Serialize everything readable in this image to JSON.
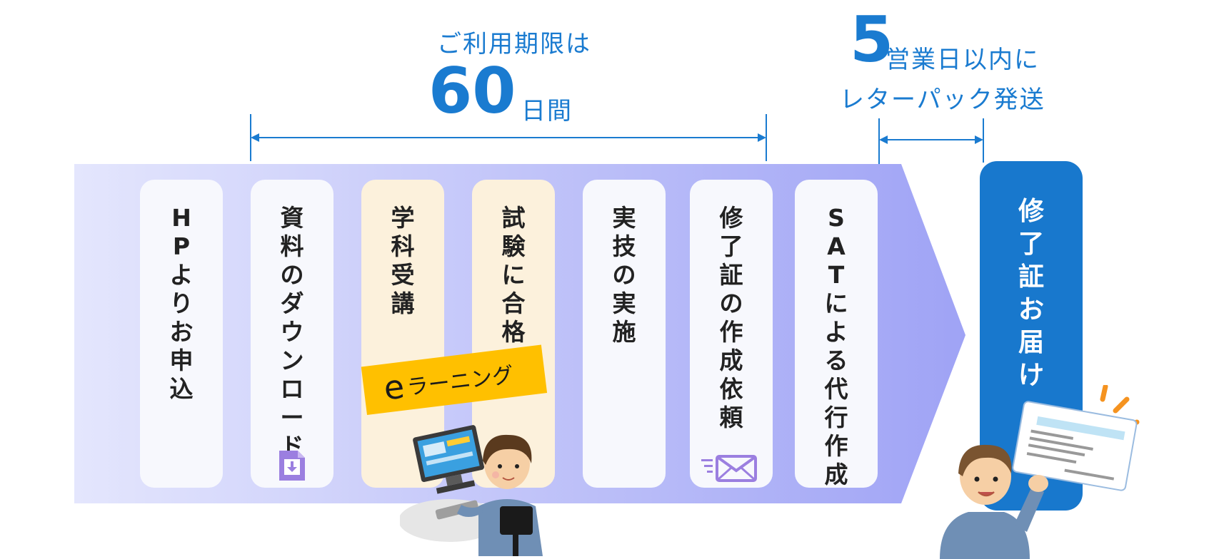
{
  "limit": {
    "label": "ご利用期限は",
    "days": "60",
    "unit": "日間"
  },
  "shipping": {
    "number": "5",
    "line1": "営業日以内に",
    "line2": "レターパック発送"
  },
  "steps": [
    {
      "label": "HPよりお申込",
      "icon": "",
      "highlight": false
    },
    {
      "label": "資料のダウンロード",
      "icon": "download-file-icon",
      "highlight": false
    },
    {
      "label": "学科受講",
      "icon": "",
      "highlight": true
    },
    {
      "label": "試験に合格",
      "icon": "",
      "highlight": true
    },
    {
      "label": "実技の実施",
      "icon": "",
      "highlight": false
    },
    {
      "label": "修了証の作成依頼",
      "icon": "mail-icon",
      "highlight": false
    },
    {
      "label": "SATによる代行作成",
      "icon": "",
      "highlight": false
    }
  ],
  "final": {
    "label": "修了証お届け"
  },
  "elearning": {
    "e": "e",
    "rest": "ラーニング"
  },
  "colors": {
    "accent_blue": "#1878cd",
    "text_blue": "#1a7bd0",
    "banner_yellow": "#ffc000",
    "card_cream": "#fcf1dc",
    "card_white": "#f7f8fd",
    "arrow_light": "#e4e6fd",
    "arrow_dark": "#9fa3f5"
  }
}
